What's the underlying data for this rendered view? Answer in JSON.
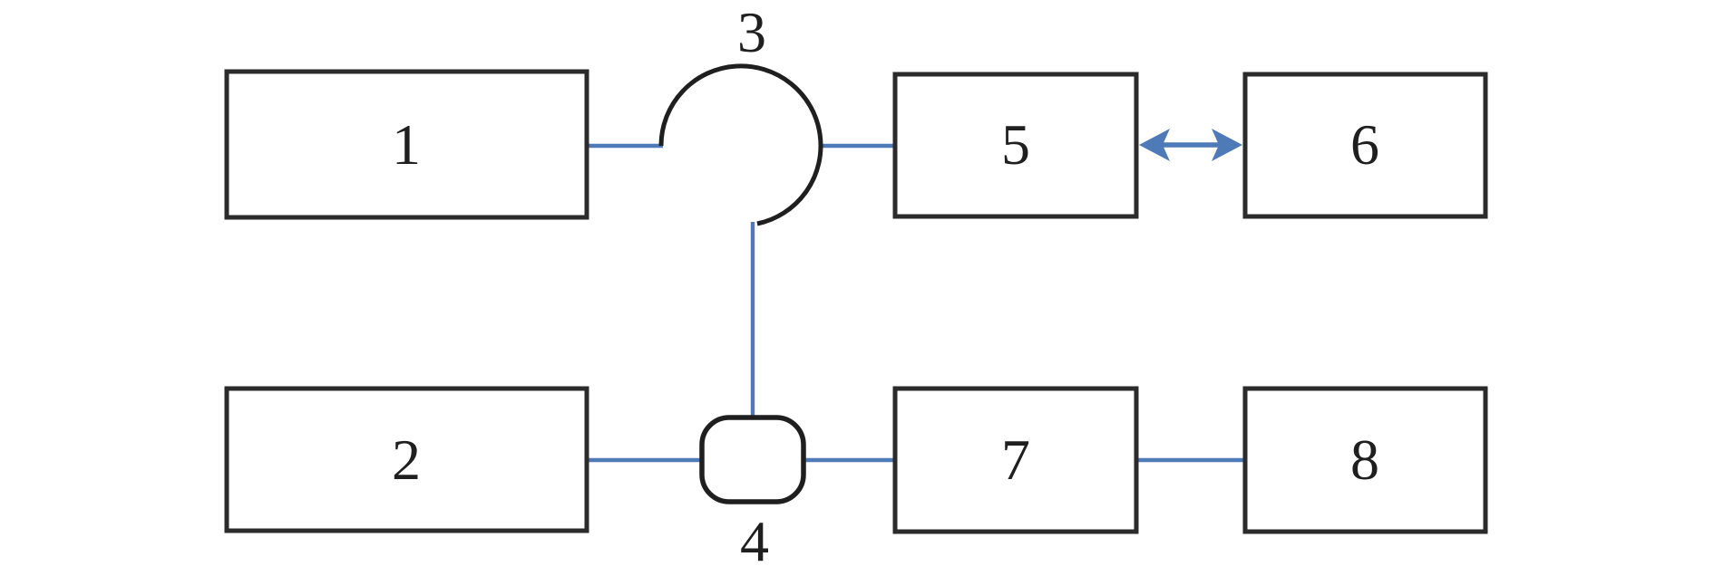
{
  "figure": {
    "type": "block-diagram",
    "background": "#ffffff",
    "colors": {
      "box_border": "#2b2b2b",
      "shape_stroke": "#1f1f1f",
      "connector_blue": "#4f7ab8",
      "label_text": "#1f1f1f"
    },
    "nodes": [
      {
        "id": "1",
        "label": "1",
        "shape": "rectangle"
      },
      {
        "id": "2",
        "label": "2",
        "shape": "rectangle"
      },
      {
        "id": "3",
        "label": "3",
        "shape": "open-circle"
      },
      {
        "id": "4",
        "label": "4",
        "shape": "rounded-box"
      },
      {
        "id": "5",
        "label": "5",
        "shape": "rectangle"
      },
      {
        "id": "6",
        "label": "6",
        "shape": "rectangle"
      },
      {
        "id": "7",
        "label": "7",
        "shape": "rectangle"
      },
      {
        "id": "8",
        "label": "8",
        "shape": "rectangle"
      }
    ],
    "connections": [
      {
        "from": "1",
        "to": "3",
        "type": "line"
      },
      {
        "from": "3",
        "to": "5",
        "type": "line"
      },
      {
        "from": "3",
        "to": "4",
        "type": "line"
      },
      {
        "from": "5",
        "to": "6",
        "type": "double-arrow"
      },
      {
        "from": "2",
        "to": "4",
        "type": "line"
      },
      {
        "from": "4",
        "to": "7",
        "type": "line"
      },
      {
        "from": "7",
        "to": "8",
        "type": "line"
      }
    ]
  }
}
